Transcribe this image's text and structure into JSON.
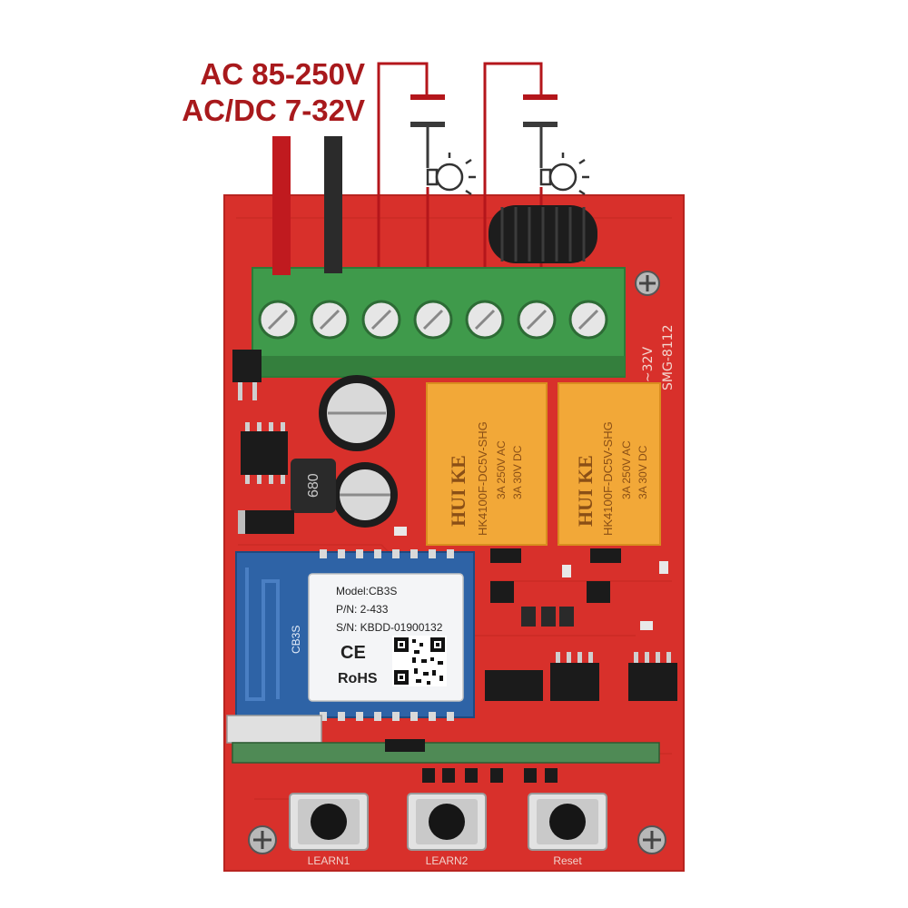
{
  "headings": {
    "line1": "AC 85-250V",
    "line2": "AC/DC 7-32V",
    "color": "#a8191c"
  },
  "board": {
    "model_code": "SMG-8112",
    "voltage_silk": "7~32V",
    "pcb_color": "#d8302b"
  },
  "relays": [
    {
      "brand": "HUI KE",
      "part": "HK4100F-DC5V-SHG",
      "rating_ac": "3A 250V AC",
      "rating_dc": "3A 30V DC"
    },
    {
      "brand": "HUI KE",
      "part": "HK4100F-DC5V-SHG",
      "rating_ac": "3A 250V AC",
      "rating_dc": "3A 30V DC"
    }
  ],
  "module": {
    "antenna_label": "CB3S",
    "model": "Model:CB3S",
    "pn": "P/N: 2-433",
    "sn": "S/N: KBDD-01900132",
    "ce": "CE",
    "rohs": "RoHS"
  },
  "inductor_label": "680",
  "buttons": [
    {
      "label": "LEARN1"
    },
    {
      "label": "LEARN2"
    },
    {
      "label": "Reset"
    }
  ],
  "icons": [
    "capacitor-icon",
    "bulb-icon"
  ]
}
